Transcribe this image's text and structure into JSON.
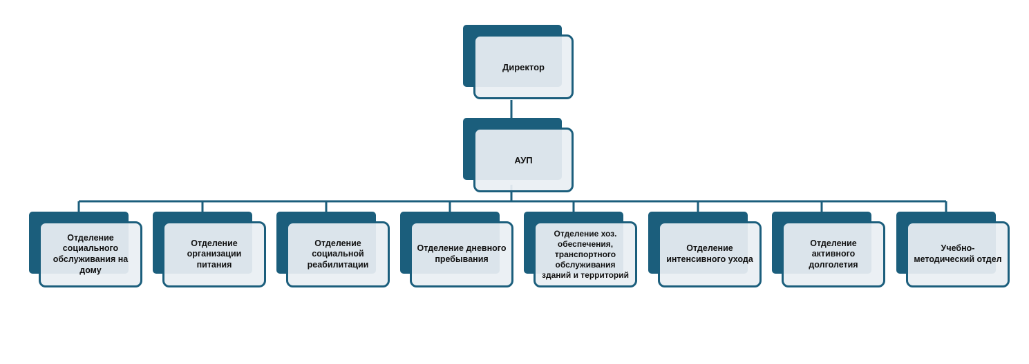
{
  "diagram": {
    "director": {
      "label": "Директор"
    },
    "aup": {
      "label": "АУП"
    },
    "departments": [
      {
        "label": "Отделение социального обслуживания на дому"
      },
      {
        "label": "Отделение организации питания"
      },
      {
        "label": "Отделение социальной реабилитации"
      },
      {
        "label": "Отделение дневного пребывания"
      },
      {
        "label": "Отделение хоз. обеспечения, транспортного обслуживания зданий и территорий"
      },
      {
        "label": "Отделение интенсивного ухода"
      },
      {
        "label": "Отделение активного долголетия"
      },
      {
        "label": "Учебно-методический отдел"
      }
    ]
  },
  "colors": {
    "node_dark": "#1b5e7c",
    "node_light": "#eaeff3",
    "connector": "#1b5e7c"
  }
}
